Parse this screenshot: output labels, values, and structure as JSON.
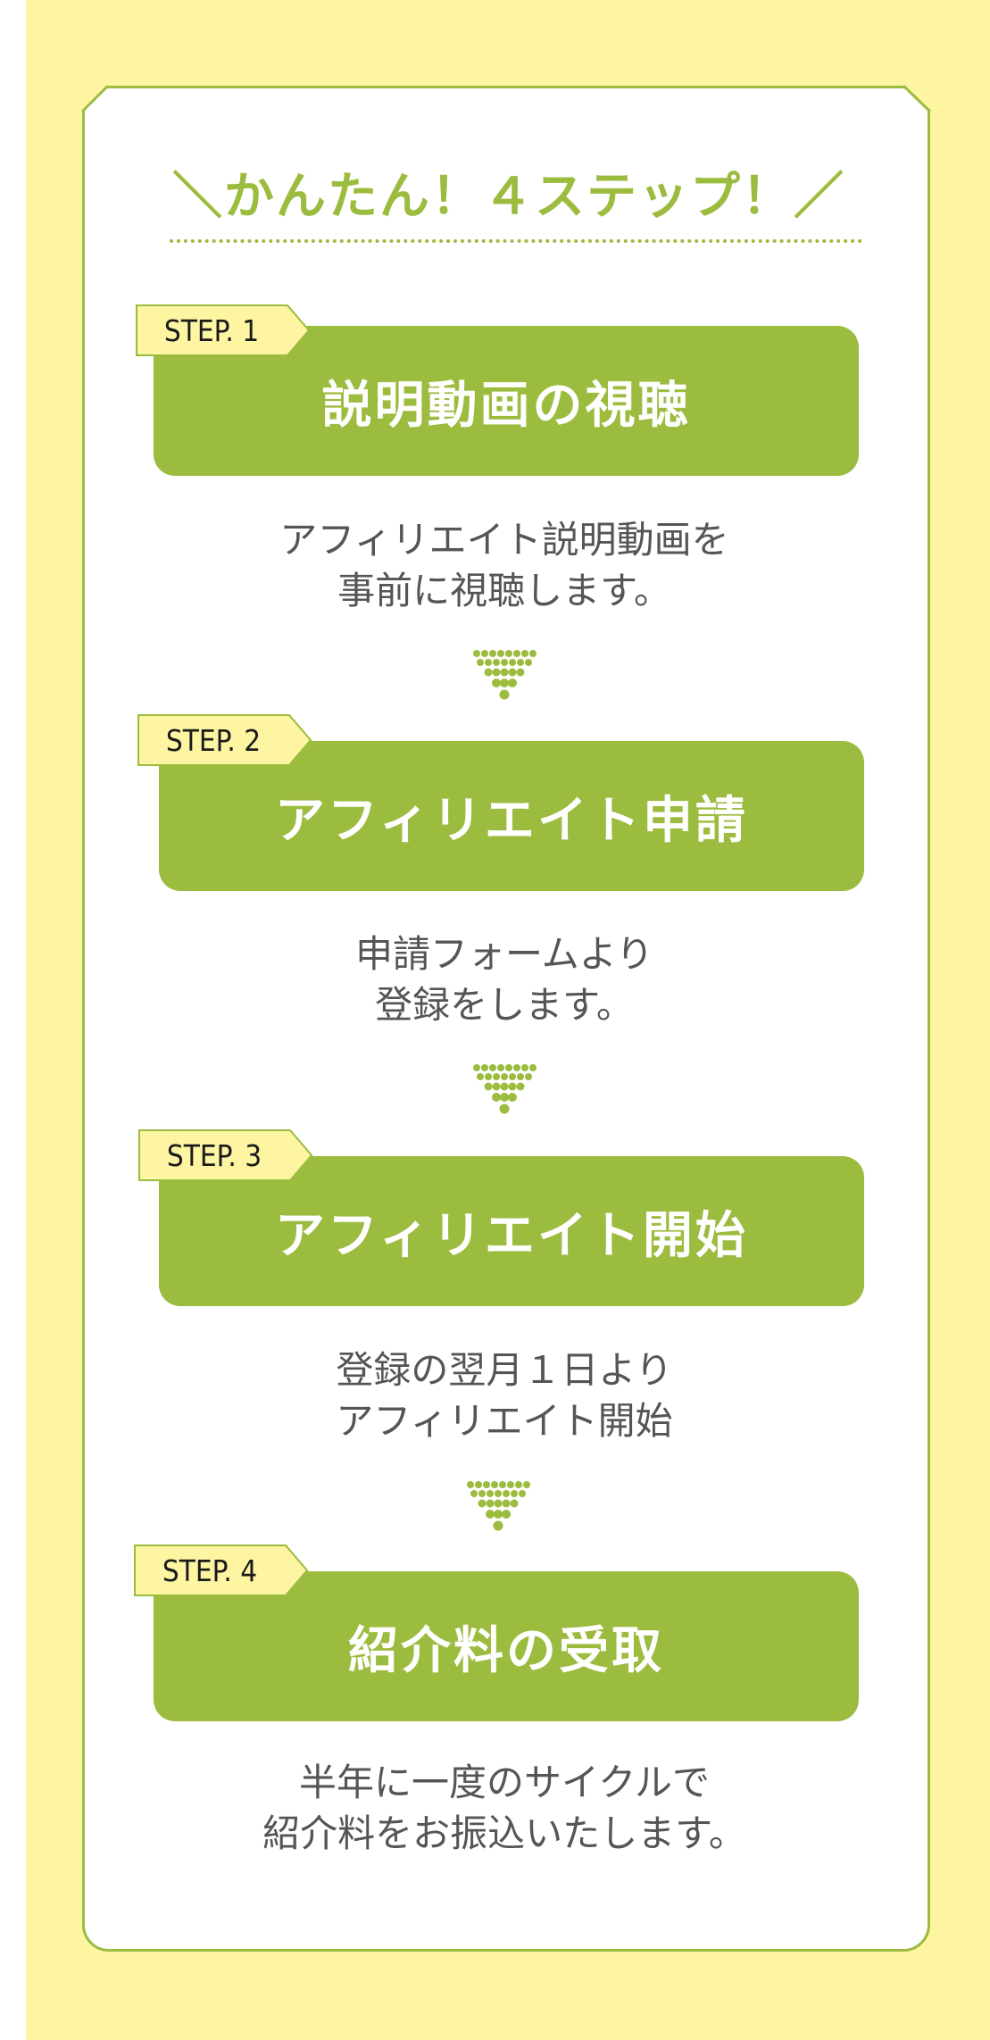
{
  "heading": "＼かんたん！４ステップ！／",
  "accent_color": "#9cbc3f",
  "background_color": "#fdf5a2",
  "steps": [
    {
      "tag": "STEP. 1",
      "title": "説明動画の視聴",
      "desc_line1": "アフィリエイト説明動画を",
      "desc_line2": "事前に視聴します。"
    },
    {
      "tag": "STEP. 2",
      "title": "アフィリエイト申請",
      "desc_line1": "申請フォームより",
      "desc_line2": "登録をします。"
    },
    {
      "tag": "STEP. 3",
      "title": "アフィリエイト開始",
      "desc_line1": "登録の翌月１日より",
      "desc_line2": "アフィリエイト開始"
    },
    {
      "tag": "STEP. 4",
      "title": "紹介料の受取",
      "desc_line1": "半年に一度のサイクルで",
      "desc_line2": "紹介料をお振込いたします。"
    }
  ],
  "arrow_icon": "dotted-down-arrow-icon"
}
